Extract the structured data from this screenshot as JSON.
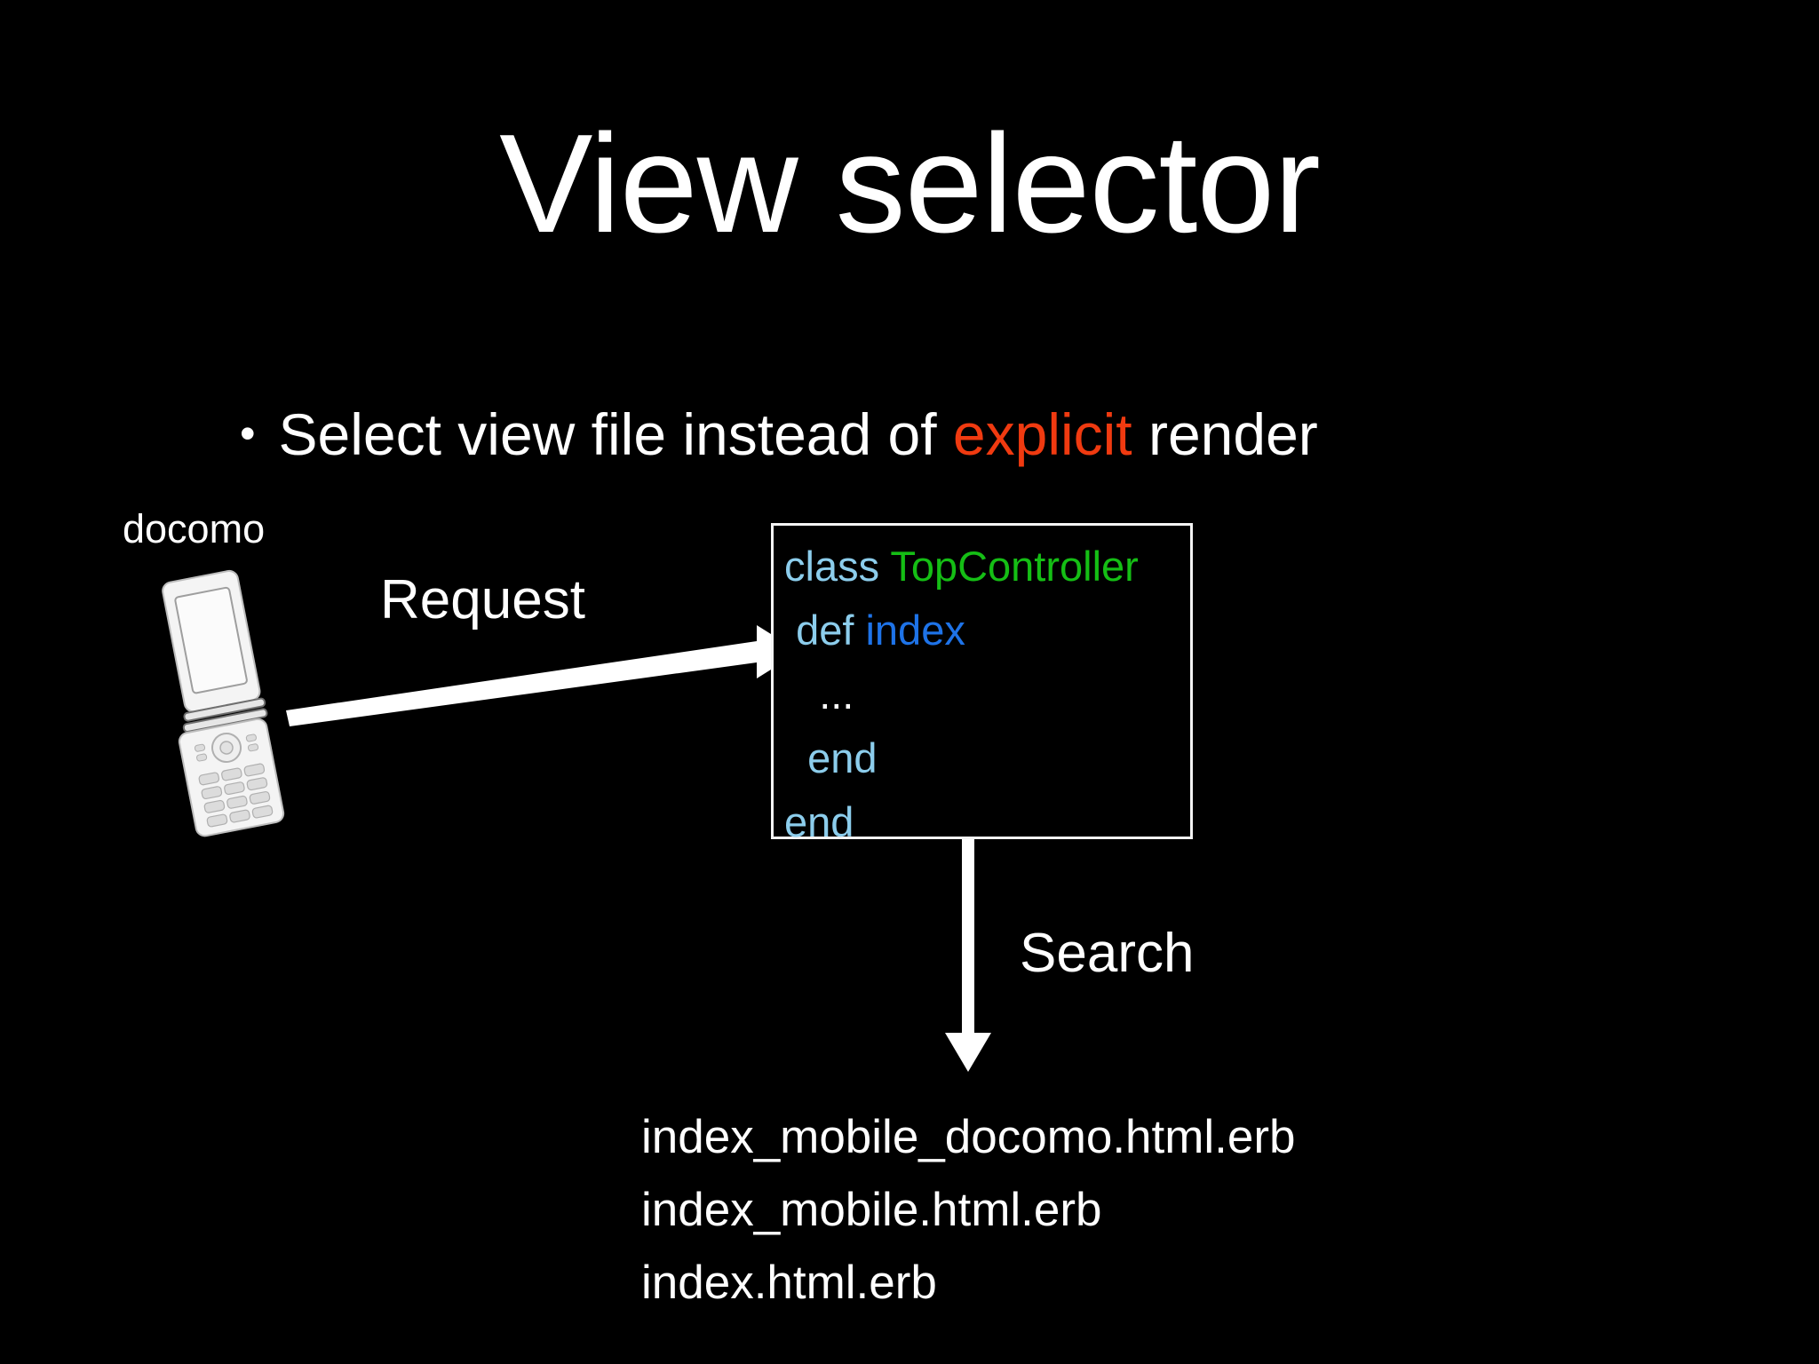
{
  "slide": {
    "background_color": "#000000",
    "title": "View selector",
    "bullet": {
      "marker": "•",
      "text_before": "Select view file instead of ",
      "highlight": "explicit",
      "highlight_color": "#F03A10",
      "text_after": " render"
    },
    "device": {
      "label": "docomo",
      "icon": "flip-phone-icon"
    },
    "arrows": {
      "request": {
        "label": "Request",
        "direction": "right",
        "color": "#FFFFFF"
      },
      "search": {
        "label": "Search",
        "direction": "down",
        "color": "#FFFFFF"
      }
    },
    "code_box": {
      "border_color": "#F4F4F4",
      "keyword_color": "#8CCDEC",
      "class_color": "#15BE15",
      "method_color": "#1E73E8",
      "lines": [
        {
          "indent": 0,
          "keyword": "class",
          "name": "TopController",
          "name_kind": "class"
        },
        {
          "indent": 1,
          "keyword": "def",
          "name": "index",
          "name_kind": "method"
        },
        {
          "indent": 2,
          "keyword": "",
          "name": "...",
          "name_kind": "dots"
        },
        {
          "indent": 1,
          "keyword": "end",
          "name": "",
          "name_kind": "none"
        },
        {
          "indent": 0,
          "keyword": "end",
          "name": "",
          "name_kind": "none"
        }
      ]
    },
    "files": [
      "index_mobile_docomo.html.erb",
      "index_mobile.html.erb",
      "index.html.erb"
    ]
  }
}
